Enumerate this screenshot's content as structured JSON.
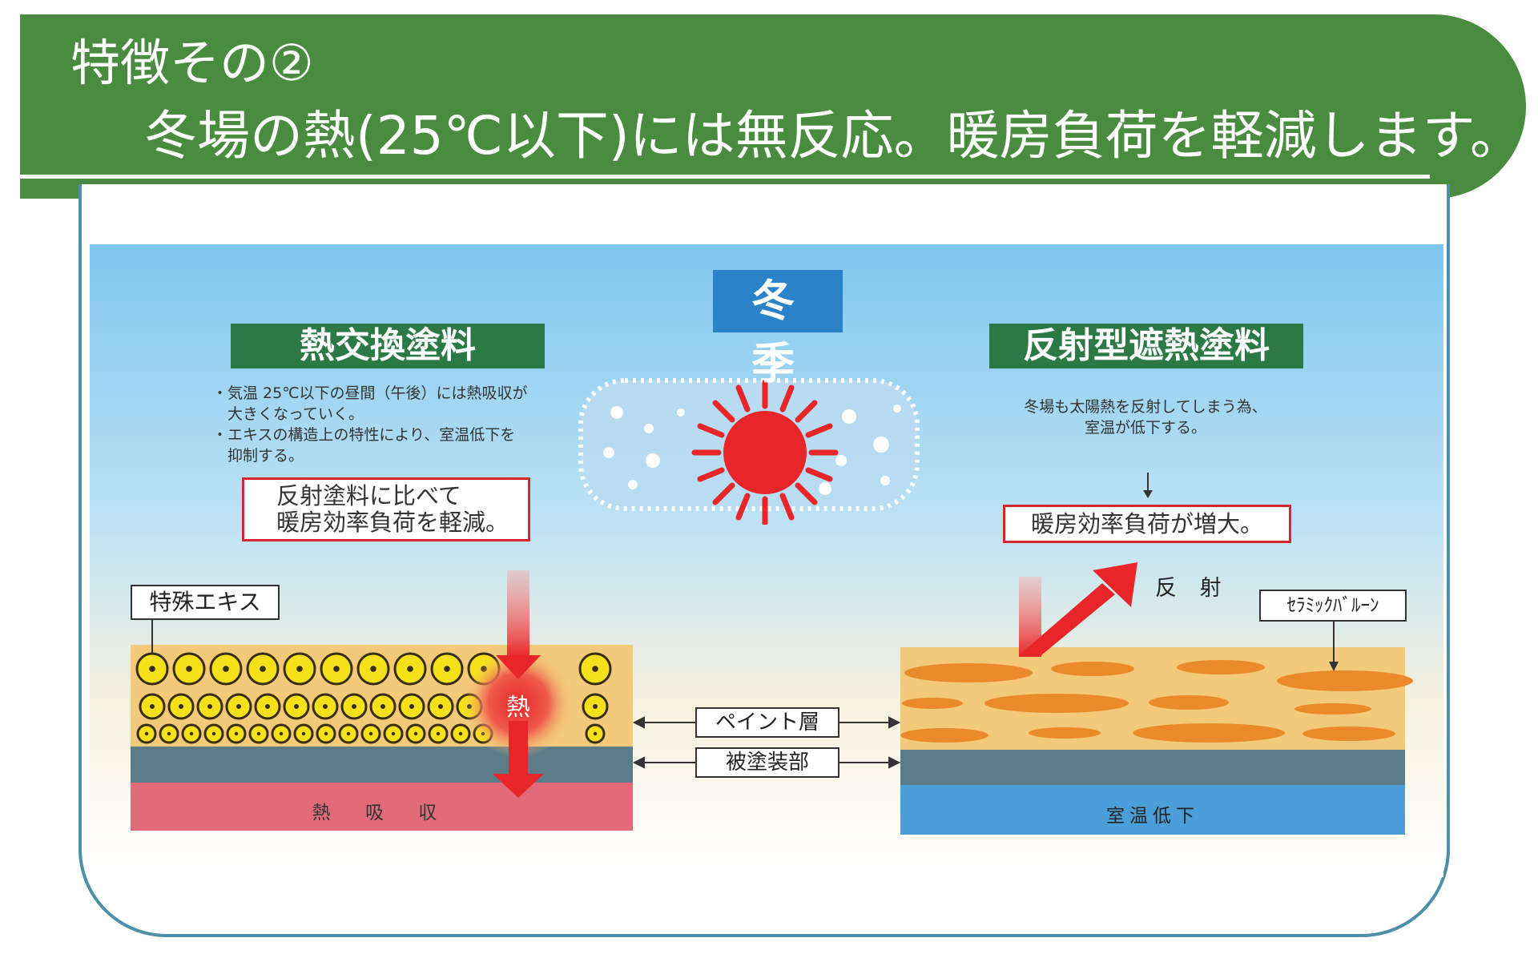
{
  "header": {
    "line1": "特徴その②",
    "line2": "冬場の熱(25℃以下)には無反応。暖房負荷を軽減します。"
  },
  "diagram": {
    "season_label": "冬 季",
    "left": {
      "title": "熱交換塗料",
      "note1": "・気温 25℃以下の昼間（午後）には熱吸収が\n　大きくなっていく。",
      "note2": "・エキスの構造上の特性により、室温低下を\n　抑制する。",
      "callout": "反射塗料に比べて\n暖房効率負荷を軽減。",
      "particle_label": "特殊エキス",
      "heat_label": "熱",
      "base_label": "熱 吸 収"
    },
    "right": {
      "title": "反射型遮熱塗料",
      "note": "冬場も太陽熱を反射してしまう為、\n室温が低下する。",
      "callout": "暖房効率負荷が増大。",
      "reflect_label": "反 射",
      "ceramic_label": "ｾﾗﾐｯｸﾊﾞﾙｰﾝ",
      "base_label": "室温低下"
    },
    "middle": {
      "paint_layer": "ペイント層",
      "substrate": "被塗装部"
    }
  },
  "colors": {
    "header_green": "#4a8c3f",
    "label_green": "#2b7a45",
    "winter_blue": "#2a83c9",
    "callout_red": "#d7262e",
    "sun_red": "#e8262a"
  }
}
